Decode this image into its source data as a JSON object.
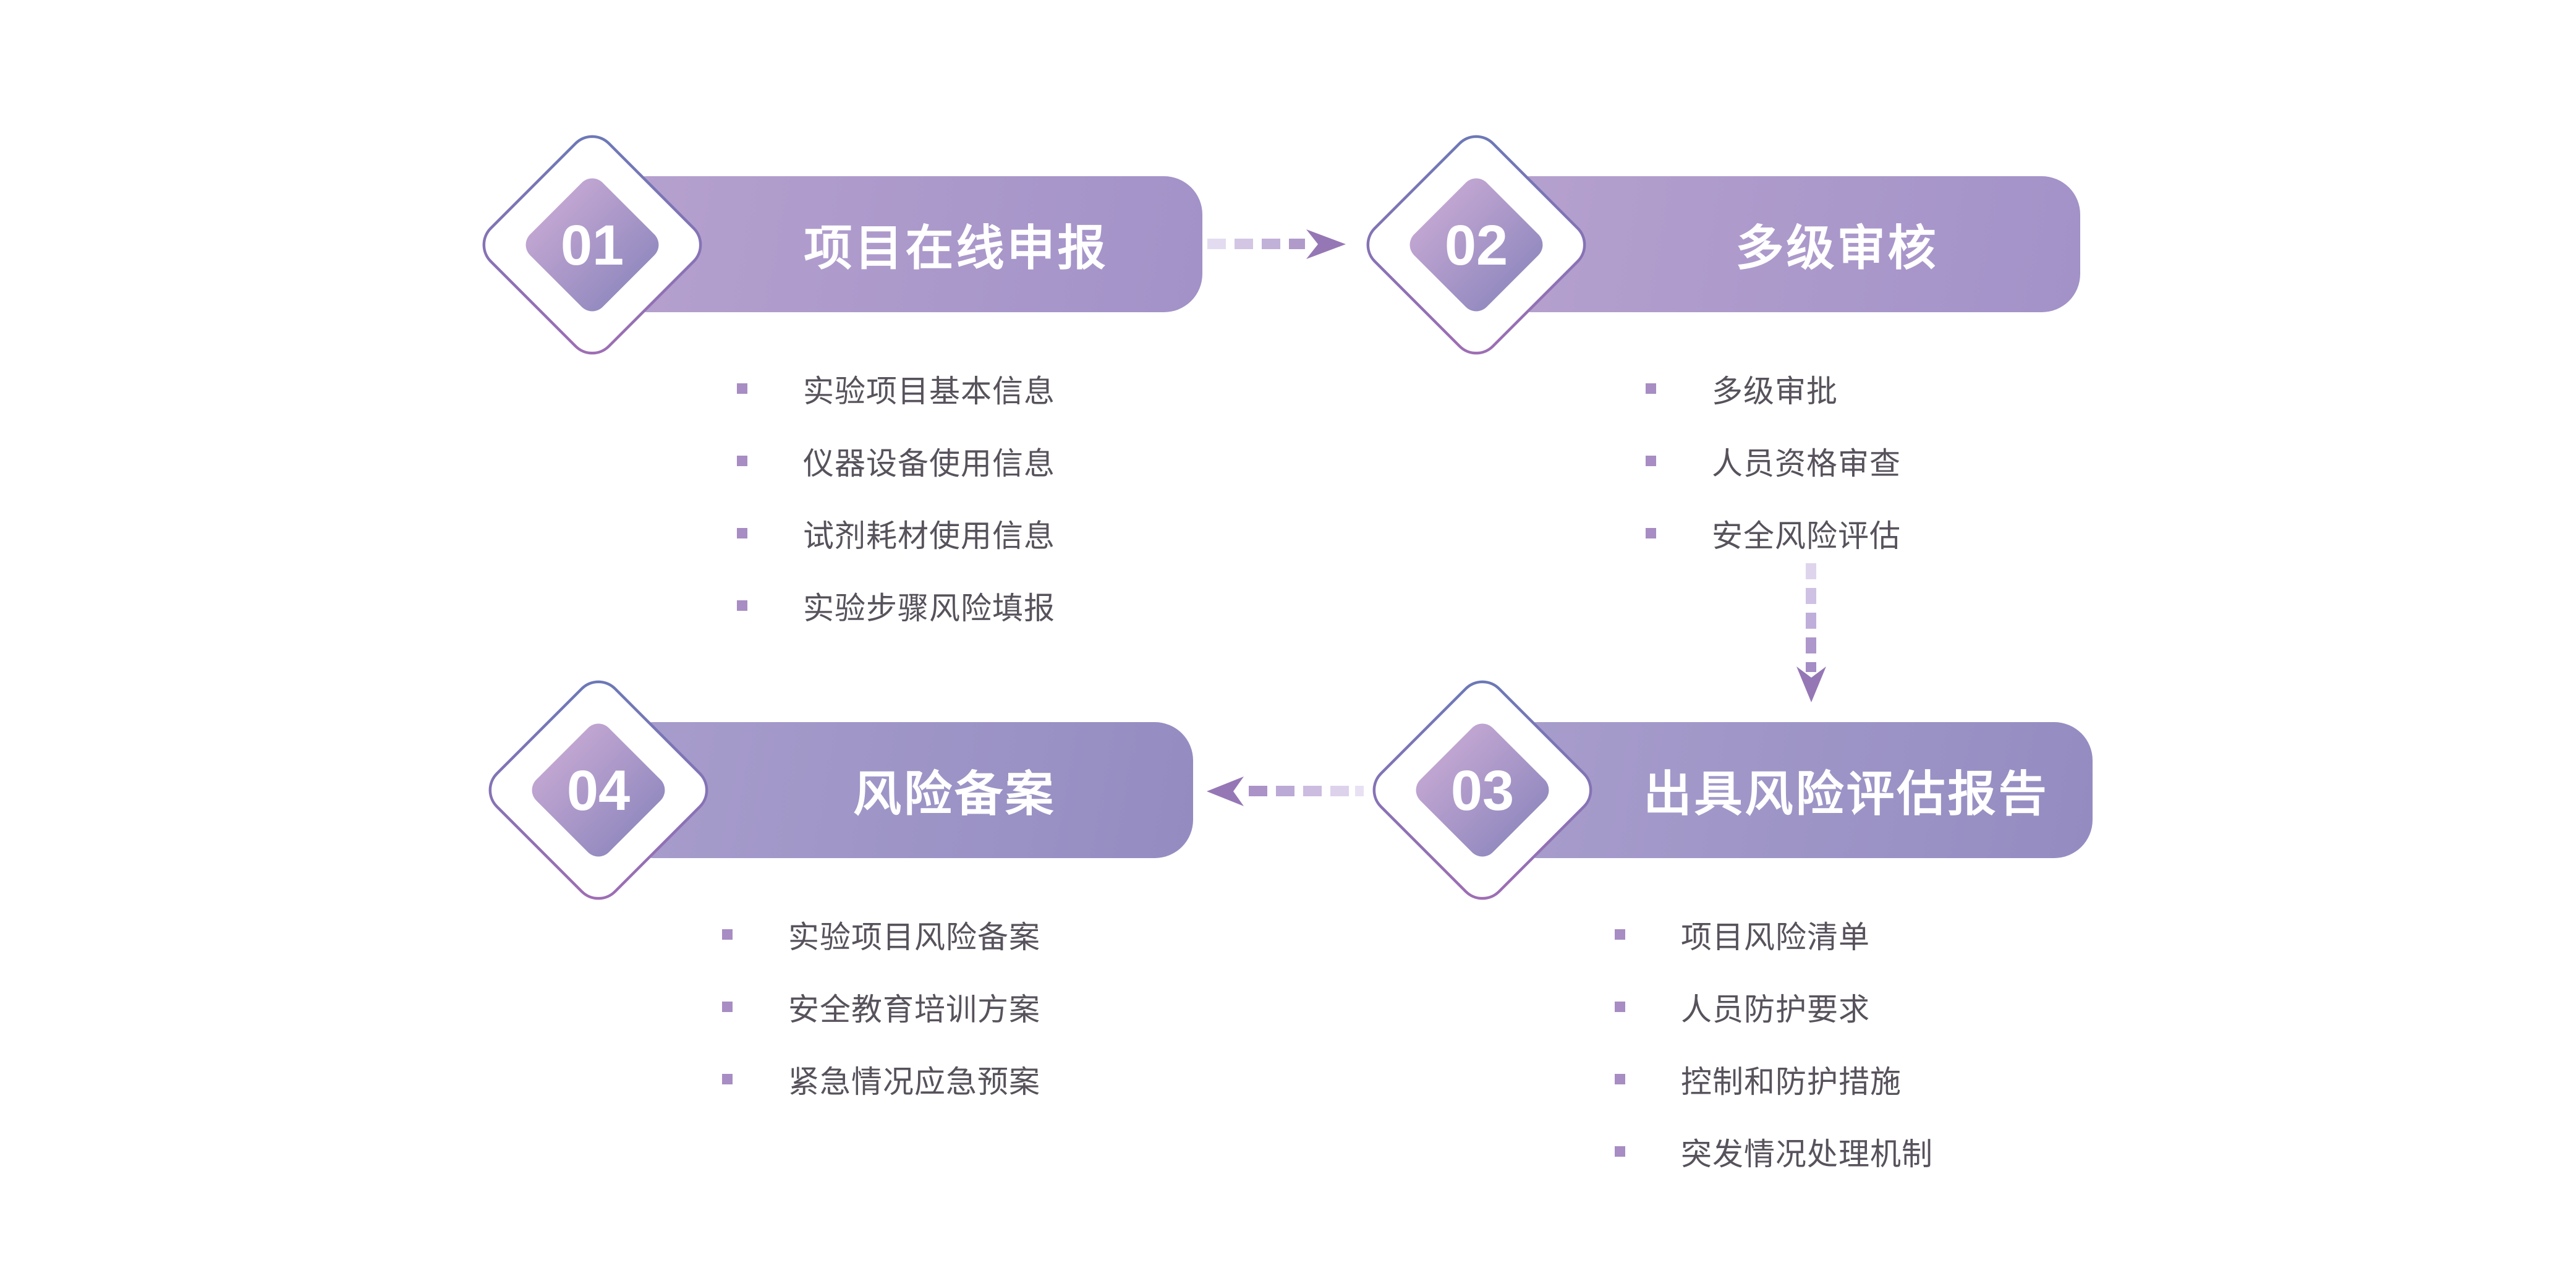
{
  "canvas": {
    "background": "#ffffff"
  },
  "colors": {
    "bar_top_gradient": [
      "#b6a1ce",
      "#a292c8"
    ],
    "bar_bottom_gradient": [
      "#a89dcc",
      "#948cc1"
    ],
    "diamond_stroke_gradient": [
      "#6a79b6",
      "#a06db4"
    ],
    "diamond_fill_gradient": [
      "#c0a5d1",
      "#958bc0"
    ],
    "bullet_square": "#a78dc3",
    "bullet_text": "#57525b",
    "arrow_head": "#9677b5",
    "title_text": "#ffffff"
  },
  "steps": [
    {
      "number": "01",
      "title": "项目在线申报",
      "items": [
        "实验项目基本信息",
        "仪器设备使用信息",
        "试剂耗材使用信息",
        "实验步骤风险填报"
      ]
    },
    {
      "number": "02",
      "title": "多级审核",
      "items": [
        "多级审批",
        "人员资格审查",
        "安全风险评估"
      ]
    },
    {
      "number": "03",
      "title": "出具风险评估报告",
      "items": [
        "项目风险清单",
        "人员防护要求",
        "控制和防护措施",
        "突发情况处理机制"
      ]
    },
    {
      "number": "04",
      "title": "风险备案",
      "items": [
        "实验项目风险备案",
        "安全教育培训方案",
        "紧急情况应急预案"
      ]
    }
  ],
  "flow": {
    "arrows": [
      {
        "from": "01",
        "to": "02",
        "direction": "right"
      },
      {
        "from": "02",
        "to": "03",
        "direction": "down"
      },
      {
        "from": "03",
        "to": "04",
        "direction": "left"
      }
    ]
  }
}
